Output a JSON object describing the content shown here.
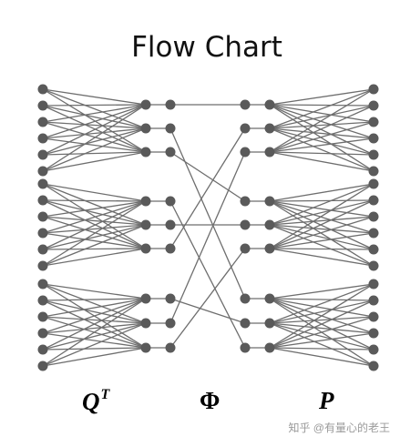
{
  "title": "Flow Chart",
  "labels": {
    "q": "Q",
    "q_sup": "T",
    "phi": "Φ",
    "p": "P"
  },
  "watermark": "知乎 @有量心的老王",
  "colors": {
    "edge": "#6e6e6e",
    "node": "#5a5a5a"
  },
  "groups": [
    {
      "name": "group-1",
      "outer_nodes": 6,
      "inner_nodes": 3
    },
    {
      "name": "group-2",
      "outer_nodes": 6,
      "inner_nodes": 3
    },
    {
      "name": "group-3",
      "outer_nodes": 6,
      "inner_nodes": 3
    }
  ],
  "phi_connections": [
    {
      "from": 0,
      "to": 0
    },
    {
      "from": 1,
      "to": 6
    },
    {
      "from": 2,
      "to": 3
    },
    {
      "from": 3,
      "to": 8
    },
    {
      "from": 4,
      "to": 4
    },
    {
      "from": 5,
      "to": 1
    },
    {
      "from": 6,
      "to": 7
    },
    {
      "from": 7,
      "to": 2
    },
    {
      "from": 8,
      "to": 5
    }
  ]
}
